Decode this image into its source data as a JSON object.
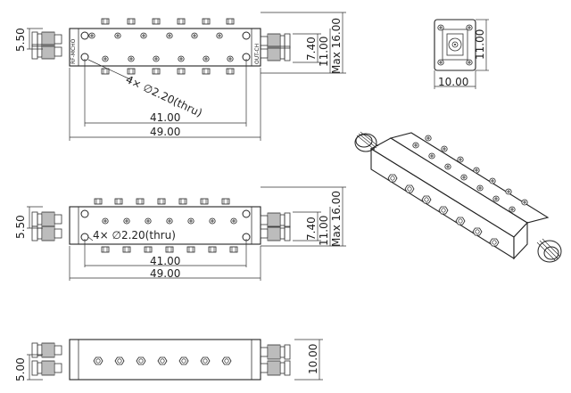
{
  "views": {
    "top": {
      "left_height": "5.50",
      "right_inner": "7.40",
      "right_mid": "11.00",
      "right_outer": "Max 16.00",
      "hole_note": "4× ∅2.20(thru)",
      "inner_width": "41.00",
      "outer_width": "49.00",
      "side_label_left": "RF-MCHO",
      "side_label_right": "OUT-CH"
    },
    "end": {
      "height": "11.00",
      "width": "10.00"
    },
    "front": {
      "left_height": "5.50",
      "right_inner": "7.40",
      "right_mid": "11.00",
      "right_outer": "Max 16.00",
      "hole_note": "4× ∅2.20(thru)",
      "inner_width": "41.00",
      "outer_width": "49.00"
    },
    "bottom": {
      "left_height": "5.00",
      "right_height": "10.00"
    }
  }
}
